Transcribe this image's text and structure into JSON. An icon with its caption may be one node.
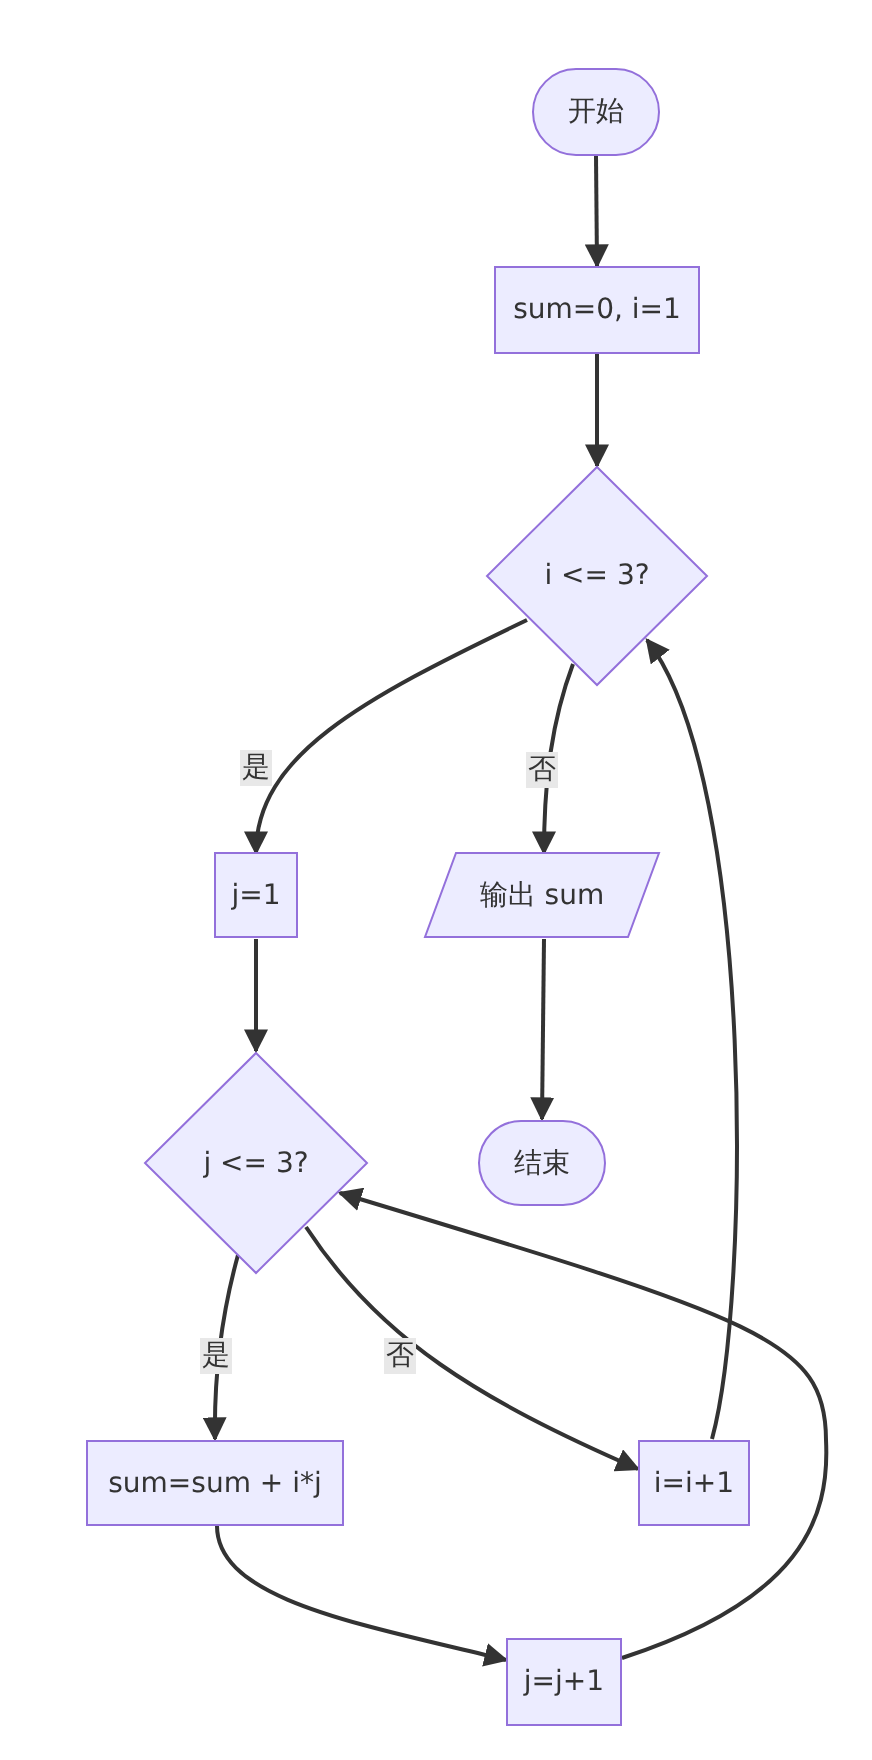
{
  "diagram": {
    "nodes": [
      {
        "text": [
          "开始"
        ]
      },
      {
        "text": [
          "sum=0, i=1"
        ]
      },
      {
        "text": [
          "i <= 3?"
        ]
      },
      {
        "text": [
          "j=1"
        ]
      },
      {
        "text": [
          "输出 sum"
        ]
      },
      {
        "text": [
          "j <= 3?"
        ]
      },
      {
        "text": [
          "结束"
        ]
      },
      {
        "text": [
          "sum=sum + i*j"
        ]
      },
      {
        "text": [
          "i=i+1"
        ]
      },
      {
        "text": [
          "j=j+1"
        ]
      }
    ],
    "edges": [
      {
        "from": 0,
        "to": 1,
        "arrow": "to"
      },
      {
        "from": 1,
        "to": 2,
        "arrow": "to"
      },
      {
        "from": 2,
        "to": 3,
        "arrow": "to",
        "label": "是"
      },
      {
        "from": 2,
        "to": 4,
        "arrow": "to",
        "label": "否"
      },
      {
        "from": 3,
        "to": 5,
        "arrow": "to"
      },
      {
        "from": 4,
        "to": 6,
        "arrow": "to"
      },
      {
        "from": 5,
        "to": 7,
        "arrow": "to",
        "label": "是"
      },
      {
        "from": 5,
        "to": 8,
        "arrow": "to",
        "label": "否"
      },
      {
        "from": 8,
        "to": 2,
        "arrow": "to"
      },
      {
        "from": 7,
        "to": 9,
        "arrow": "to"
      },
      {
        "from": 9,
        "to": 5,
        "arrow": "to"
      }
    ]
  }
}
